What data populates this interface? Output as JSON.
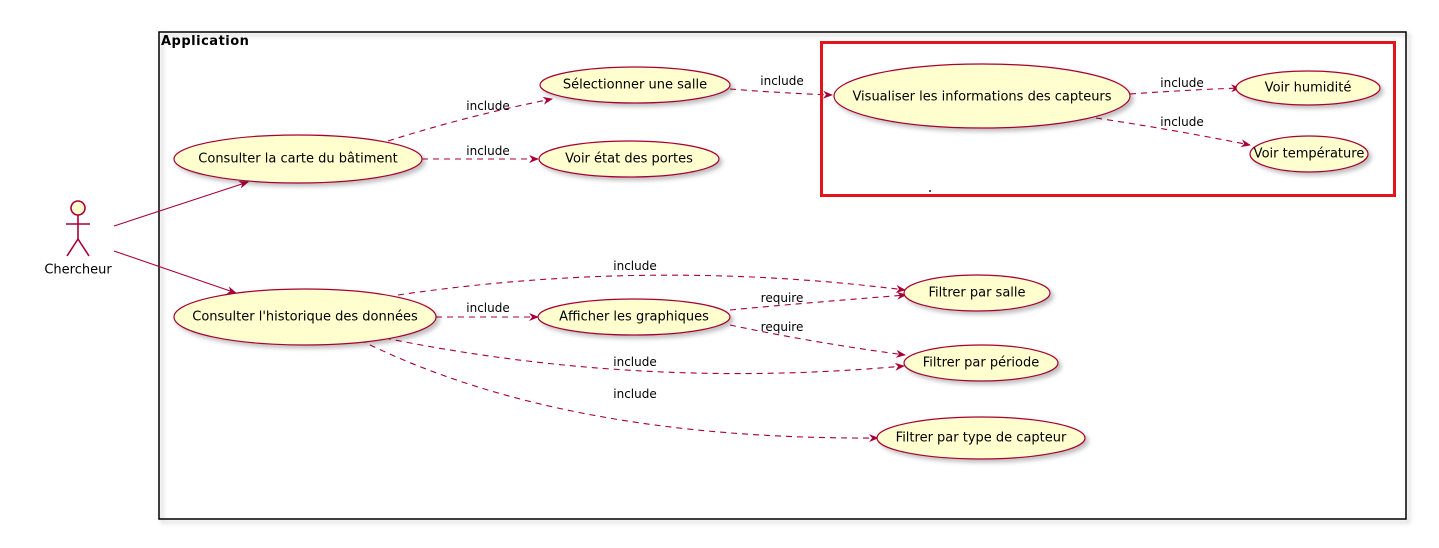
{
  "boundary": {
    "title": "Application"
  },
  "actor": {
    "name": "Chercheur"
  },
  "usecases": {
    "consulter_carte": "Consulter la carte du bâtiment",
    "selectionner_salle": "Sélectionner une salle",
    "voir_portes": "Voir état des portes",
    "visualiser_capteurs": "Visualiser les informations des capteurs",
    "voir_humidite": "Voir humidité",
    "voir_temperature": "Voir température",
    "consulter_historique": "Consulter l'historique des données",
    "afficher_graphiques": "Afficher les graphiques",
    "filtrer_salle": "Filtrer par salle",
    "filtrer_periode": "Filtrer par période",
    "filtrer_type": "Filtrer par type de capteur"
  },
  "edges": {
    "carte_salle": "include",
    "carte_portes": "include",
    "salle_capteurs": "include",
    "capteurs_humidite": "include",
    "capteurs_temperature": "include",
    "hist_filtrer_salle": "include",
    "hist_graphiques": "include",
    "graph_filtrer_salle": "require",
    "graph_filtrer_periode": "require",
    "hist_filtrer_periode": "include",
    "hist_filtrer_type": "include"
  },
  "colors": {
    "usecase_fill": "#fefece",
    "line": "#a80036",
    "highlight": "#e3141b",
    "boundary": "#000000"
  }
}
